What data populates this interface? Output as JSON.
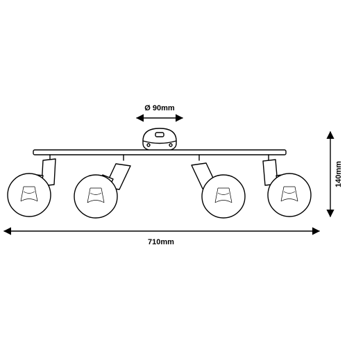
{
  "dimensions": {
    "diameter_label": "Ø 90mm",
    "width_label": "710mm",
    "height_label": "140mm"
  },
  "colors": {
    "line": "#000000",
    "background": "#ffffff"
  }
}
